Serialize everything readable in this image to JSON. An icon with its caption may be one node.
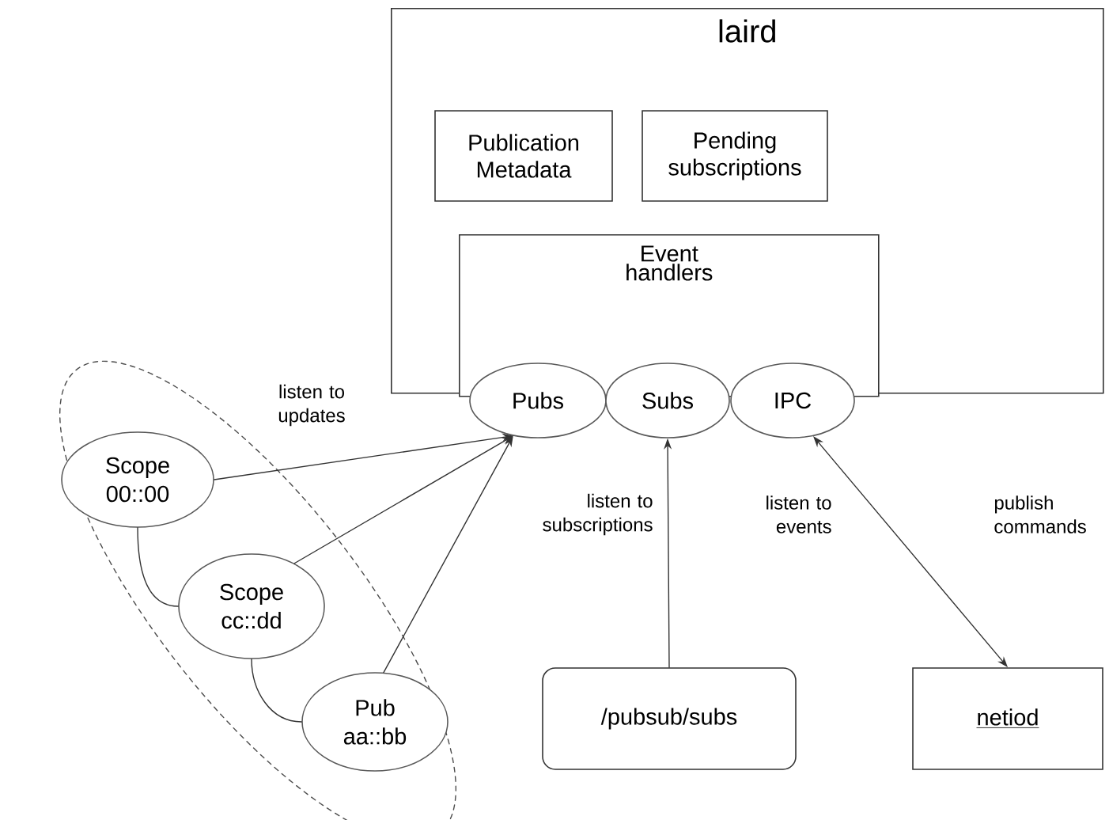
{
  "diagram": {
    "nodes": [
      {
        "text": [
          "laird"
        ]
      },
      {
        "text": [
          "Publication Metadata"
        ],
        "in": 0
      },
      {
        "text": [
          "Pending subscriptions"
        ],
        "in": 0
      },
      {
        "text": [
          "Event handlers"
        ],
        "in": 0
      },
      {
        "text": [
          "Pubs"
        ]
      },
      {
        "text": [
          "Subs"
        ]
      },
      {
        "text": [
          "IPC"
        ]
      },
      {
        "text": [],
        "shape": "circle"
      },
      {
        "text": [
          "Scope 00::00"
        ],
        "in": 7
      },
      {
        "text": [
          "Scope cc::dd"
        ],
        "in": 7
      },
      {
        "text": [
          "Pub aa::bb"
        ],
        "in": 7
      },
      {
        "text": [
          "/pubsub/subs"
        ]
      },
      {
        "text": [
          "netiod"
        ]
      }
    ],
    "edges": [
      {
        "from": 8,
        "to": 4,
        "arrow": "to"
      },
      {
        "from": 9,
        "to": 4,
        "arrow": "to"
      },
      {
        "from": 10,
        "to": 4,
        "arrow": "to"
      },
      {
        "from": 8,
        "to": 9,
        "arrow": "none"
      },
      {
        "from": 9,
        "to": 10,
        "arrow": "none"
      },
      {
        "from": 11,
        "to": 5,
        "arrow": "to"
      },
      {
        "from": 6,
        "to": 12,
        "arrow": "both"
      }
    ],
    "labels": [
      "listen to updates",
      "listen to subscriptions",
      "listen to events",
      "publish commands"
    ]
  }
}
